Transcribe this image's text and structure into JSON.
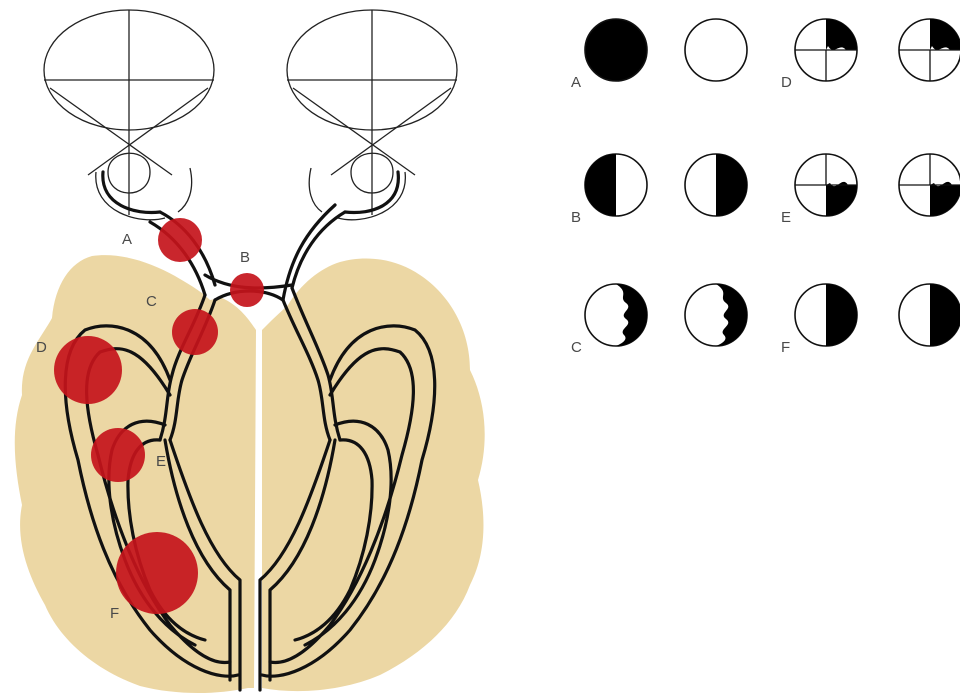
{
  "colors": {
    "background": "#ffffff",
    "brain": "#ecd7a4",
    "lesion": "#c4131b",
    "field_fill": "#000000",
    "outline": "#111111"
  },
  "lesions": [
    {
      "label": "A"
    },
    {
      "label": "B"
    },
    {
      "label": "C"
    },
    {
      "label": "D"
    },
    {
      "label": "E"
    },
    {
      "label": "F"
    }
  ],
  "field_rows": [
    {
      "label": "A",
      "left_eye": "complete-loss",
      "right_eye": "normal"
    },
    {
      "label": "B",
      "left_eye": "temporal-hemianopia",
      "right_eye": "temporal-hemianopia"
    },
    {
      "label": "C",
      "left_eye": "incongruous-right-hemianopia",
      "right_eye": "incongruous-right-hemianopia"
    },
    {
      "label": "D",
      "left_eye": "right-upper-quadrantanopia",
      "right_eye": "right-upper-quadrantanopia"
    },
    {
      "label": "E",
      "left_eye": "right-lower-quadrantanopia",
      "right_eye": "right-lower-quadrantanopia"
    },
    {
      "label": "F",
      "left_eye": "right-homonymous-hemianopia",
      "right_eye": "right-homonymous-hemianopia"
    }
  ]
}
